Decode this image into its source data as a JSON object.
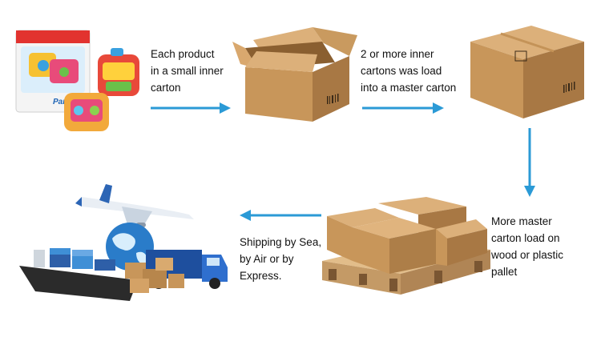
{
  "steps": [
    {
      "text": "Each product\nin a small inner\ncarton"
    },
    {
      "text": "2 or more inner\ncartons was load\ninto a master carton"
    },
    {
      "text": "More master\ncarton load on\nwood or plastic\npallet"
    },
    {
      "text": "Shipping by Sea,\nby Air or by\nExpress."
    }
  ],
  "toy_box": {
    "brand_text": "Party"
  },
  "colors": {
    "arrow": "#2b9ad6",
    "cardboard": "#c8965a",
    "cardboard_dark": "#a87844",
    "cardboard_light": "#dcb07a",
    "pallet": "#d4aa74"
  },
  "icons": [
    "toy-box-icon",
    "open-carton-icon",
    "master-carton-icon",
    "palletized-cartons-icon",
    "shipping-collage-icon"
  ]
}
